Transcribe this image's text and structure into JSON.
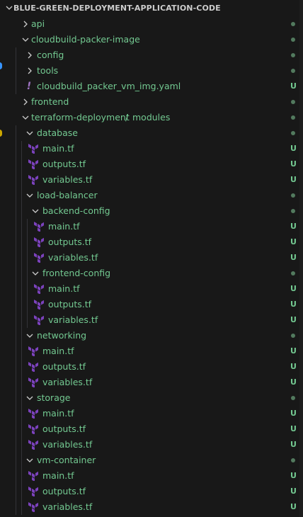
{
  "explorer": {
    "root_label": "BLUE-GREEN-DEPLOYMENT-APPLICATION-CODE",
    "colors": {
      "background": "#181818",
      "modified_green": "#73c991",
      "text_gray": "#cccccc",
      "terraform_purple": "#7b42bc",
      "yaml_purple": "#a074c4",
      "status_dot": "#527a5e"
    },
    "items": [
      {
        "label": "api",
        "type": "folder",
        "expanded": false,
        "depth": 0,
        "status": "dot"
      },
      {
        "label": "cloudbuild-packer-image",
        "type": "folder",
        "expanded": true,
        "depth": 0,
        "status": "dot"
      },
      {
        "label": "config",
        "type": "folder",
        "expanded": false,
        "depth": 1,
        "status": "dot"
      },
      {
        "label": "tools",
        "type": "folder",
        "expanded": false,
        "depth": 1,
        "status": "dot"
      },
      {
        "label": "cloudbuild_packer_vm_img.yaml",
        "type": "yaml",
        "depth": 1,
        "status": "U"
      },
      {
        "label": "frontend",
        "type": "folder",
        "expanded": false,
        "depth": 0,
        "status": "dot"
      },
      {
        "label": "terraform-deployment",
        "label2": "modules",
        "type": "folder",
        "expanded": true,
        "depth": 0,
        "status": "dot"
      },
      {
        "label": "database",
        "type": "folder",
        "expanded": true,
        "depth": 1,
        "status": "dot"
      },
      {
        "label": "main.tf",
        "type": "terraform",
        "depth": 2,
        "status": "U"
      },
      {
        "label": "outputs.tf",
        "type": "terraform",
        "depth": 2,
        "status": "U"
      },
      {
        "label": "variables.tf",
        "type": "terraform",
        "depth": 2,
        "status": "U"
      },
      {
        "label": "load-balancer",
        "type": "folder",
        "expanded": true,
        "depth": 1,
        "status": "dot"
      },
      {
        "label": "backend-config",
        "type": "folder",
        "expanded": true,
        "depth": 2,
        "status": "dot"
      },
      {
        "label": "main.tf",
        "type": "terraform",
        "depth": 3,
        "status": "U"
      },
      {
        "label": "outputs.tf",
        "type": "terraform",
        "depth": 3,
        "status": "U"
      },
      {
        "label": "variables.tf",
        "type": "terraform",
        "depth": 3,
        "status": "U"
      },
      {
        "label": "frontend-config",
        "type": "folder",
        "expanded": true,
        "depth": 2,
        "status": "dot"
      },
      {
        "label": "main.tf",
        "type": "terraform",
        "depth": 3,
        "status": "U"
      },
      {
        "label": "outputs.tf",
        "type": "terraform",
        "depth": 3,
        "status": "U"
      },
      {
        "label": "variables.tf",
        "type": "terraform",
        "depth": 3,
        "status": "U"
      },
      {
        "label": "networking",
        "type": "folder",
        "expanded": true,
        "depth": 1,
        "status": "dot"
      },
      {
        "label": "main.tf",
        "type": "terraform",
        "depth": 2,
        "status": "U"
      },
      {
        "label": "outputs.tf",
        "type": "terraform",
        "depth": 2,
        "status": "U"
      },
      {
        "label": "variables.tf",
        "type": "terraform",
        "depth": 2,
        "status": "U"
      },
      {
        "label": "storage",
        "type": "folder",
        "expanded": true,
        "depth": 1,
        "status": "dot"
      },
      {
        "label": "main.tf",
        "type": "terraform",
        "depth": 2,
        "status": "U"
      },
      {
        "label": "outputs.tf",
        "type": "terraform",
        "depth": 2,
        "status": "U"
      },
      {
        "label": "variables.tf",
        "type": "terraform",
        "depth": 2,
        "status": "U"
      },
      {
        "label": "vm-container",
        "type": "folder",
        "expanded": true,
        "depth": 1,
        "status": "dot"
      },
      {
        "label": "main.tf",
        "type": "terraform",
        "depth": 2,
        "status": "U"
      },
      {
        "label": "outputs.tf",
        "type": "terraform",
        "depth": 2,
        "status": "U"
      },
      {
        "label": "variables.tf",
        "type": "terraform",
        "depth": 2,
        "status": "U"
      }
    ]
  }
}
